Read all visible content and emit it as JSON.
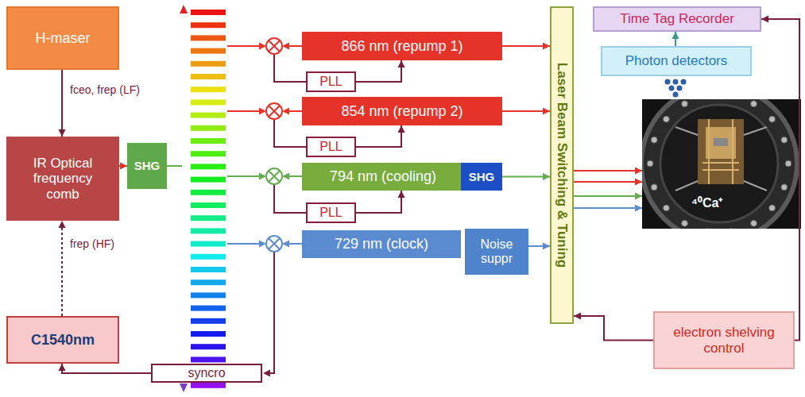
{
  "diagram": {
    "nodes": [
      {
        "text": [
          "H-maser"
        ]
      },
      {
        "text": [
          "IR Optical frequency comb"
        ]
      },
      {
        "text": [
          "SHG"
        ]
      },
      {
        "text": [
          "C1540nm"
        ]
      },
      {
        "text": [
          "866 nm (repump 1)"
        ]
      },
      {
        "text": [
          "PLL"
        ]
      },
      {
        "text": [
          "854 nm (repump 2)"
        ]
      },
      {
        "text": [
          "PLL"
        ]
      },
      {
        "text": [
          "794 nm (cooling)"
        ]
      },
      {
        "text": [
          "SHG"
        ],
        "in": 8
      },
      {
        "text": [
          "PLL"
        ]
      },
      {
        "text": [
          "729 nm (clock)"
        ]
      },
      {
        "text": [
          "Noise suppr"
        ]
      },
      {
        "text": [
          "syncro"
        ]
      },
      {
        "text": [
          "Laser Beam Switching & Tuning"
        ]
      },
      {
        "text": [
          "Time Tag Recorder"
        ]
      },
      {
        "text": [
          "Photon detectors"
        ]
      },
      {
        "text": [
          "electron shelving control"
        ]
      },
      {
        "text": [
          "⁴⁰Ca⁺"
        ]
      }
    ],
    "edges": [
      {
        "from": 0,
        "to": 1,
        "arrow": "to",
        "label": "fceo, frep (LF)"
      },
      {
        "from": 1,
        "to": 2,
        "arrow": "to"
      },
      {
        "from": 3,
        "to": 1,
        "arrow": "to",
        "label": "frep (HF)"
      },
      {
        "from": 5,
        "to": 4,
        "arrow": "to"
      },
      {
        "from": 4,
        "to": 14,
        "arrow": "to"
      },
      {
        "from": 7,
        "to": 6,
        "arrow": "to"
      },
      {
        "from": 6,
        "to": 14,
        "arrow": "to"
      },
      {
        "from": 10,
        "to": 8,
        "arrow": "to"
      },
      {
        "from": 8,
        "to": 14,
        "arrow": "to"
      },
      {
        "from": 12,
        "to": 14,
        "arrow": "to"
      },
      {
        "from": 13,
        "to": 3,
        "arrow": "to"
      },
      {
        "from": 14,
        "to": 18,
        "arrow": "to"
      },
      {
        "from": 14,
        "to": 18,
        "arrow": "to"
      },
      {
        "from": 14,
        "to": 18,
        "arrow": "to"
      },
      {
        "from": 14,
        "to": 18,
        "arrow": "to"
      },
      {
        "from": 16,
        "to": 15,
        "arrow": "to"
      },
      {
        "from": 17,
        "to": 14,
        "arrow": "to"
      },
      {
        "from": 17,
        "to": 15,
        "arrow": "to"
      }
    ]
  }
}
